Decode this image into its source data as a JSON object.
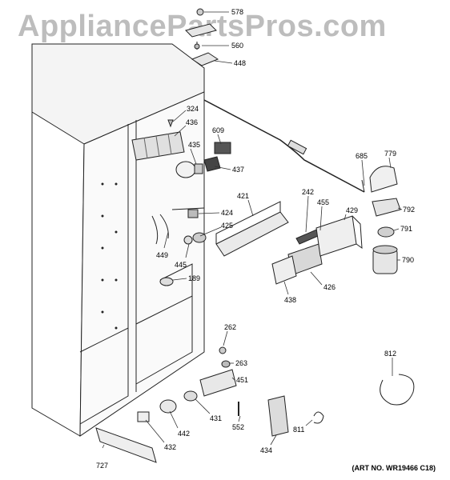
{
  "watermark": "AppliancePartsPros.com",
  "art_number": "(ART NO. WR19466 C18)",
  "callouts": [
    "578",
    "560",
    "448",
    "324",
    "436",
    "609",
    "435",
    "437",
    "685",
    "779",
    "421",
    "242",
    "455",
    "792",
    "424",
    "425",
    "429",
    "791",
    "449",
    "445",
    "790",
    "426",
    "438",
    "189",
    "262",
    "263",
    "451",
    "812",
    "431",
    "442",
    "552",
    "811",
    "434",
    "432",
    "727"
  ]
}
